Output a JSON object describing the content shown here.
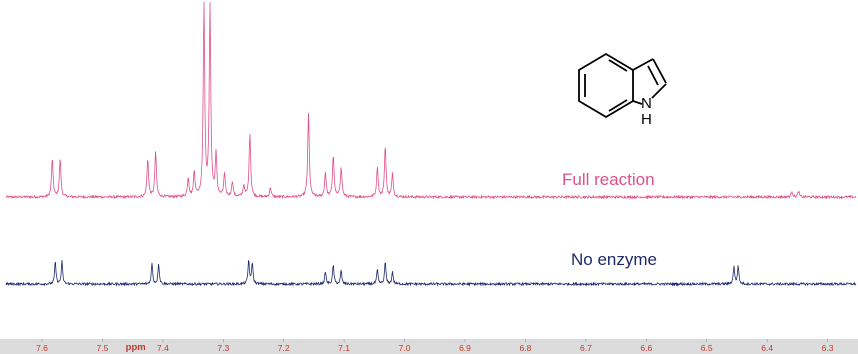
{
  "colors": {
    "full_reaction": "#e0508a",
    "no_enzyme": "#1c2a6b",
    "axis_text": "#c0392b",
    "axis_band": "#dcdcdc"
  },
  "structure": {
    "name": "indole",
    "nh_label_n": "N",
    "nh_label_h": "H",
    "icon": "indole-structure-drawing"
  },
  "chart_data": {
    "type": "line",
    "title": "",
    "xlabel": "ppm",
    "ylabel": "",
    "xlim": [
      7.67,
      6.24
    ],
    "x_reversed": true,
    "grid": false,
    "ticks": [
      "7.6",
      "7.5",
      "7.4",
      "7.3",
      "7.2",
      "7.1",
      "7.0",
      "6.9",
      "6.8",
      "6.7",
      "6.6",
      "6.5",
      "6.4",
      "6.3"
    ],
    "series": [
      {
        "name": "Full reaction",
        "color": "#e0508a",
        "peaks": [
          {
            "ppm": 7.583,
            "height": 0.2
          },
          {
            "ppm": 7.57,
            "height": 0.2
          },
          {
            "ppm": 7.425,
            "height": 0.2
          },
          {
            "ppm": 7.412,
            "height": 0.24
          },
          {
            "ppm": 7.358,
            "height": 0.1
          },
          {
            "ppm": 7.348,
            "height": 0.13
          },
          {
            "ppm": 7.332,
            "height": 1.0
          },
          {
            "ppm": 7.322,
            "height": 1.0
          },
          {
            "ppm": 7.312,
            "height": 0.22
          },
          {
            "ppm": 7.298,
            "height": 0.12
          },
          {
            "ppm": 7.285,
            "height": 0.08
          },
          {
            "ppm": 7.266,
            "height": 0.06
          },
          {
            "ppm": 7.256,
            "height": 0.34
          },
          {
            "ppm": 7.222,
            "height": 0.05
          },
          {
            "ppm": 7.159,
            "height": 0.44
          },
          {
            "ppm": 7.131,
            "height": 0.13
          },
          {
            "ppm": 7.118,
            "height": 0.22
          },
          {
            "ppm": 7.105,
            "height": 0.16
          },
          {
            "ppm": 7.045,
            "height": 0.16
          },
          {
            "ppm": 7.032,
            "height": 0.27
          },
          {
            "ppm": 7.02,
            "height": 0.12
          },
          {
            "ppm": 6.359,
            "height": 0.03
          },
          {
            "ppm": 6.348,
            "height": 0.03
          }
        ]
      },
      {
        "name": "No enzyme",
        "color": "#1c2a6b",
        "peaks": [
          {
            "ppm": 7.578,
            "height": 0.27
          },
          {
            "ppm": 7.567,
            "height": 0.27
          },
          {
            "ppm": 7.418,
            "height": 0.25
          },
          {
            "ppm": 7.407,
            "height": 0.25
          },
          {
            "ppm": 7.258,
            "height": 0.29
          },
          {
            "ppm": 7.252,
            "height": 0.26
          },
          {
            "ppm": 7.131,
            "height": 0.15
          },
          {
            "ppm": 7.118,
            "height": 0.23
          },
          {
            "ppm": 7.105,
            "height": 0.16
          },
          {
            "ppm": 7.045,
            "height": 0.17
          },
          {
            "ppm": 7.032,
            "height": 0.27
          },
          {
            "ppm": 7.02,
            "height": 0.15
          },
          {
            "ppm": 6.455,
            "height": 0.22
          },
          {
            "ppm": 6.448,
            "height": 0.22
          }
        ]
      }
    ]
  }
}
